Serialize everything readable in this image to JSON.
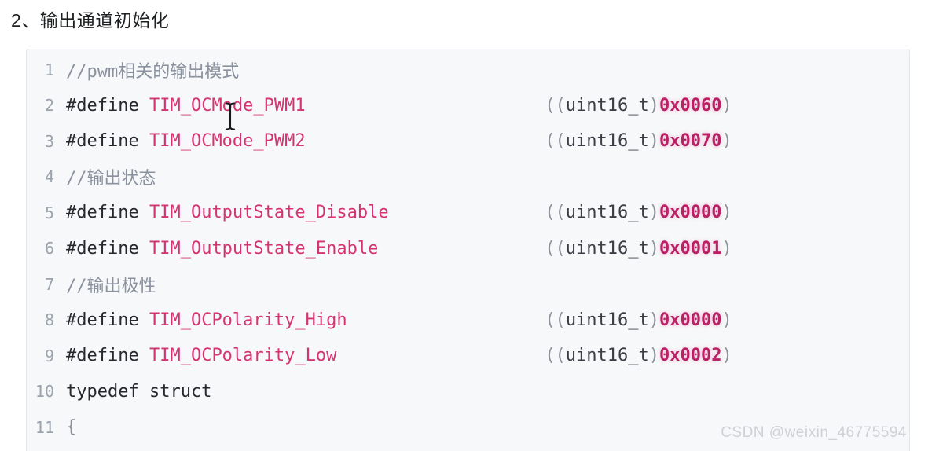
{
  "page": {
    "title": "2、输出通道初始化"
  },
  "watermark": {
    "text": "CSDN @weixin_46775594"
  },
  "colors": {
    "identifier": "#d5356f",
    "number": "#bb2065",
    "keyword": "#26282c",
    "comment": "#8a919f",
    "punctuation": "#8d929a",
    "type": "#3a3e45",
    "line_number": "#9aa3ad",
    "code_bg": "#f7f8f9",
    "code_border": "#e4e6ea",
    "watermark": "#ced1d5",
    "title": "#1d1f21"
  },
  "cursor": {
    "icon": "text-ibeam-cursor"
  },
  "code": {
    "language": "c",
    "lines": [
      {
        "no": "1",
        "tokens": [
          {
            "c": "cmt",
            "t": "//pwm相关的输出模式"
          }
        ]
      },
      {
        "no": "2",
        "tokens": [
          {
            "c": "kw",
            "t": "#define "
          },
          {
            "c": "id",
            "t": "TIM_OCMode_PWM1"
          },
          {
            "c": "sp",
            "n": 23
          },
          {
            "c": "pn",
            "t": "(("
          },
          {
            "c": "ty",
            "t": "uint16_t"
          },
          {
            "c": "pn",
            "t": ")"
          },
          {
            "c": "num",
            "t": "0x0060"
          },
          {
            "c": "pn",
            "t": ")"
          }
        ]
      },
      {
        "no": "3",
        "tokens": [
          {
            "c": "kw",
            "t": "#define "
          },
          {
            "c": "id",
            "t": "TIM_OCMode_PWM2"
          },
          {
            "c": "sp",
            "n": 23
          },
          {
            "c": "pn",
            "t": "(("
          },
          {
            "c": "ty",
            "t": "uint16_t"
          },
          {
            "c": "pn",
            "t": ")"
          },
          {
            "c": "num",
            "t": "0x0070"
          },
          {
            "c": "pn",
            "t": ")"
          }
        ]
      },
      {
        "no": "4",
        "tokens": [
          {
            "c": "cmt",
            "t": "//输出状态"
          }
        ]
      },
      {
        "no": "5",
        "tokens": [
          {
            "c": "kw",
            "t": "#define "
          },
          {
            "c": "id",
            "t": "TIM_OutputState_Disable"
          },
          {
            "c": "sp",
            "n": 15
          },
          {
            "c": "pn",
            "t": "(("
          },
          {
            "c": "ty",
            "t": "uint16_t"
          },
          {
            "c": "pn",
            "t": ")"
          },
          {
            "c": "num",
            "t": "0x0000"
          },
          {
            "c": "pn",
            "t": ")"
          }
        ]
      },
      {
        "no": "6",
        "tokens": [
          {
            "c": "kw",
            "t": "#define "
          },
          {
            "c": "id",
            "t": "TIM_OutputState_Enable"
          },
          {
            "c": "sp",
            "n": 16
          },
          {
            "c": "pn",
            "t": "(("
          },
          {
            "c": "ty",
            "t": "uint16_t"
          },
          {
            "c": "pn",
            "t": ")"
          },
          {
            "c": "num",
            "t": "0x0001"
          },
          {
            "c": "pn",
            "t": ")"
          }
        ]
      },
      {
        "no": "7",
        "tokens": [
          {
            "c": "cmt",
            "t": "//输出极性"
          }
        ]
      },
      {
        "no": "8",
        "tokens": [
          {
            "c": "kw",
            "t": "#define "
          },
          {
            "c": "id",
            "t": "TIM_OCPolarity_High"
          },
          {
            "c": "sp",
            "n": 19
          },
          {
            "c": "pn",
            "t": "(("
          },
          {
            "c": "ty",
            "t": "uint16_t"
          },
          {
            "c": "pn",
            "t": ")"
          },
          {
            "c": "num",
            "t": "0x0000"
          },
          {
            "c": "pn",
            "t": ")"
          }
        ]
      },
      {
        "no": "9",
        "tokens": [
          {
            "c": "kw",
            "t": "#define "
          },
          {
            "c": "id",
            "t": "TIM_OCPolarity_Low"
          },
          {
            "c": "sp",
            "n": 20
          },
          {
            "c": "pn",
            "t": "(("
          },
          {
            "c": "ty",
            "t": "uint16_t"
          },
          {
            "c": "pn",
            "t": ")"
          },
          {
            "c": "num",
            "t": "0x0002"
          },
          {
            "c": "pn",
            "t": ")"
          }
        ]
      },
      {
        "no": "10",
        "tokens": [
          {
            "c": "kw",
            "t": "typedef struct"
          }
        ]
      },
      {
        "no": "11",
        "tokens": [
          {
            "c": "pn",
            "t": "{"
          }
        ]
      }
    ]
  }
}
